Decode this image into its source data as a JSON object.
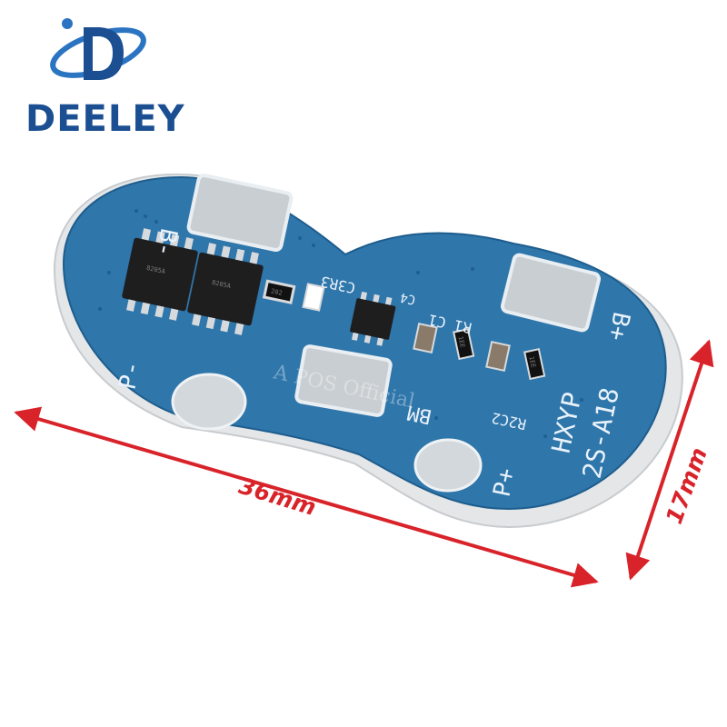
{
  "brand": {
    "logo_letter": "D",
    "name": "DEELEY",
    "color": "#1b4f92"
  },
  "board": {
    "pcb_color": "#2f76ab",
    "silkscreen": {
      "b_minus": "B-",
      "b_plus": "B+",
      "p_minus": "P-",
      "p_plus": "P+",
      "bm": "BM",
      "c3r3": "C3R3",
      "r1c1": "R1 C1",
      "r2c2": "R2C2",
      "c4": "C4",
      "model_line1": "HXYP",
      "model_line2": "2S-A18"
    },
    "resistor_codes": [
      "202",
      "1EE",
      "1EE"
    ],
    "watermark": "A POS Official"
  },
  "dimensions": {
    "length_label": "36mm",
    "width_label": "17mm",
    "color": "#d8232a"
  }
}
